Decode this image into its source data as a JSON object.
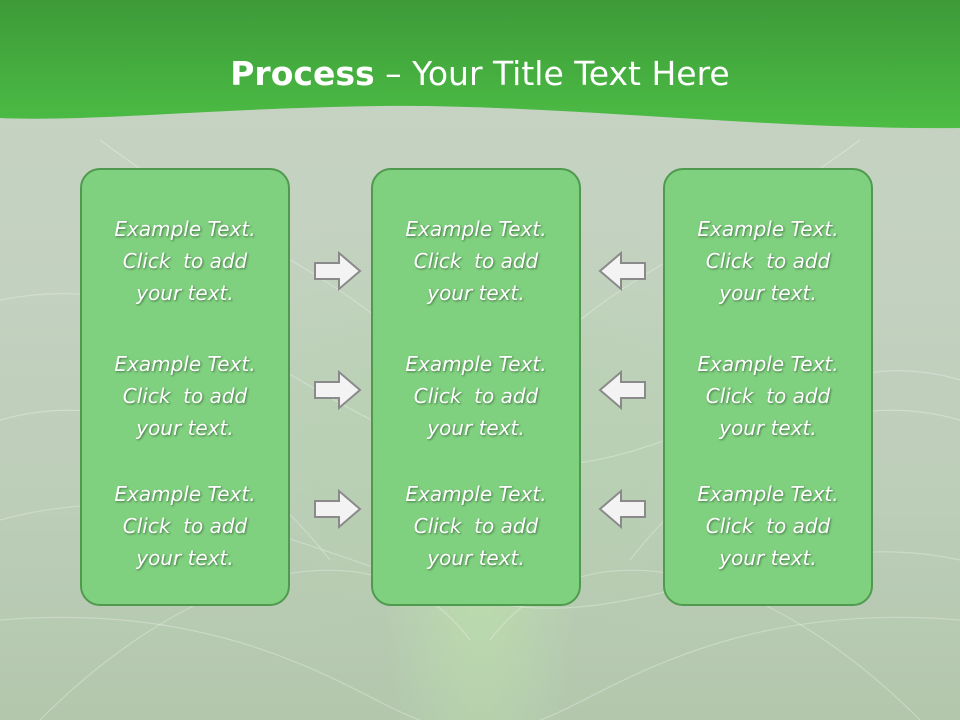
{
  "title": {
    "bold": "Process",
    "rest": " – Your Title Text Here"
  },
  "columns": [
    {
      "blocks": [
        {
          "line1": "Example Text.",
          "line2": "Click  to add",
          "line3": "your text."
        },
        {
          "line1": "Example Text.",
          "line2": "Click  to add",
          "line3": "your text."
        },
        {
          "line1": "Example Text.",
          "line2": "Click  to add",
          "line3": "your text."
        }
      ]
    },
    {
      "blocks": [
        {
          "line1": "Example Text.",
          "line2": "Click  to add",
          "line3": "your text."
        },
        {
          "line1": "Example Text.",
          "line2": "Click  to add",
          "line3": "your text."
        },
        {
          "line1": "Example Text.",
          "line2": "Click  to add",
          "line3": "your text."
        }
      ]
    },
    {
      "blocks": [
        {
          "line1": "Example Text.",
          "line2": "Click  to add",
          "line3": "your text."
        },
        {
          "line1": "Example Text.",
          "line2": "Click  to add",
          "line3": "your text."
        },
        {
          "line1": "Example Text.",
          "line2": "Click  to add",
          "line3": "your text."
        }
      ]
    }
  ],
  "arrows": {
    "left_side": "arrow-right-icon",
    "right_side": "arrow-left-icon"
  },
  "colors": {
    "banner": "#44b13e",
    "box_fill": "#7fd17f",
    "box_border": "#4f9a4f",
    "arrow_fill": "#f3f3f3",
    "arrow_stroke": "#8a8a8a"
  }
}
